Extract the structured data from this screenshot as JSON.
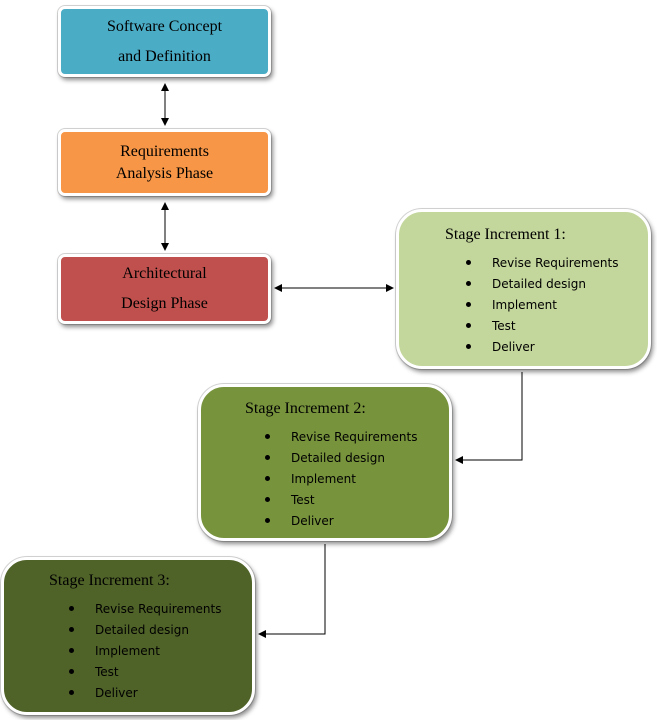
{
  "phases": {
    "concept": {
      "lines": [
        "Software Concept",
        "and Definition"
      ],
      "color": "#4bacc6"
    },
    "requirements": {
      "lines": [
        "Requirements",
        "Analysis Phase"
      ],
      "color": "#f79646"
    },
    "architecture": {
      "lines": [
        "Architectural",
        "Design Phase"
      ],
      "color": "#c0504d"
    }
  },
  "stages": [
    {
      "title": "Stage Increment 1:",
      "color": "#c3d69b",
      "items": [
        "Revise Requirements",
        "Detailed design",
        "Implement",
        "Test",
        "Deliver"
      ]
    },
    {
      "title": "Stage Increment 2:",
      "color": "#77933c",
      "items": [
        "Revise Requirements",
        "Detailed design",
        "Implement",
        "Test",
        "Deliver"
      ]
    },
    {
      "title": "Stage Increment 3:",
      "color": "#4f6228",
      "items": [
        "Revise Requirements",
        "Detailed design",
        "Implement",
        "Test",
        "Deliver"
      ]
    }
  ]
}
